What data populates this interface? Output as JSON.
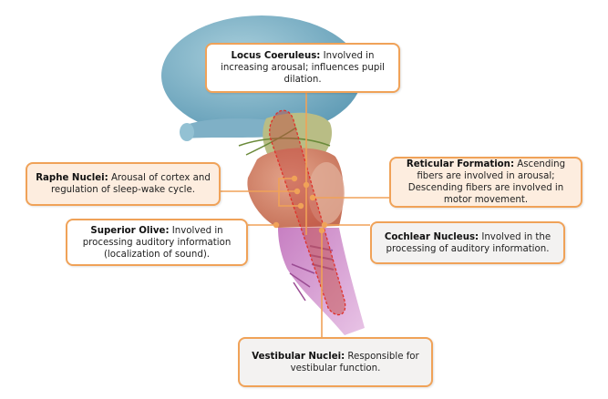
{
  "diagram": {
    "subject": "Brainstem nuclei",
    "colors": {
      "accent_orange": "#f0a258",
      "box_white": "#ffffff",
      "box_peach": "#fdeddf",
      "box_gray": "#f3f2f1",
      "cerebellum_blue": "#7fb3c8",
      "midbrain_green": "#b9bd85",
      "pons_salmon": "#d98a6e",
      "medulla_purple": "#c77fc2",
      "reticular_outline_red": "#e0302a"
    },
    "callouts": [
      {
        "id": "locus-coeruleus",
        "term": "Locus Coeruleus:",
        "text": " Involved in increasing arousal; influences pupil dilation."
      },
      {
        "id": "raphe-nuclei",
        "term": "Raphe Nuclei:",
        "text": " Arousal of cortex and regulation of sleep-wake cycle."
      },
      {
        "id": "reticular-formation",
        "term": "Reticular Formation:",
        "text": " Ascending fibers are involved in arousal; Descending fibers are involved in motor movement."
      },
      {
        "id": "superior-olive",
        "term": "Superior Olive:",
        "text": " Involved in processing auditory information (localization of sound)."
      },
      {
        "id": "cochlear-nucleus",
        "term": "Cochlear Nucleus:",
        "text": " Involved in the processing of auditory information."
      },
      {
        "id": "vestibular-nuclei",
        "term": "Vestibular Nuclei:",
        "text": " Responsible for vestibular function."
      }
    ]
  }
}
